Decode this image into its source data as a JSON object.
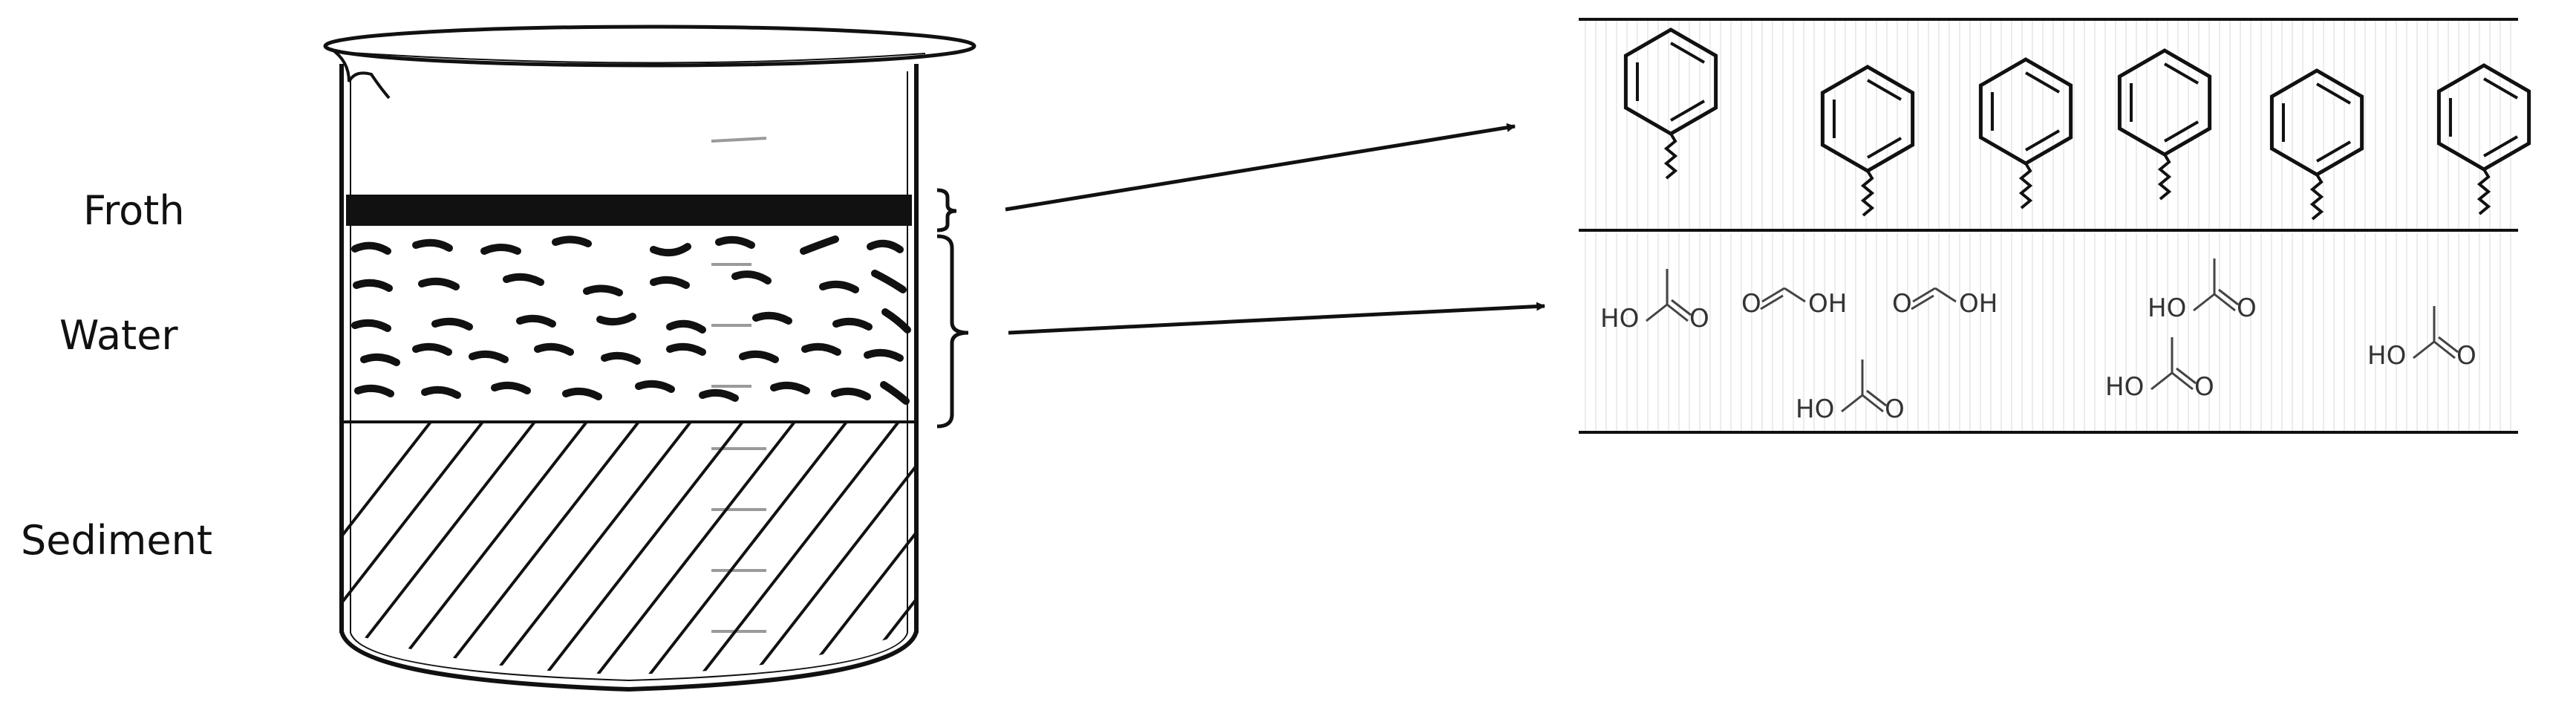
{
  "layers": {
    "froth": "Froth",
    "water": "Water",
    "sediment": "Sediment"
  },
  "water_panel": {
    "carboxylic_acid_label": "HO",
    "formic_acid_label": "OH",
    "oxygen_label": "O"
  },
  "colors": {
    "ink": "#111111",
    "graduation": "#9a9a9a",
    "panel_texture": "#ececec"
  }
}
